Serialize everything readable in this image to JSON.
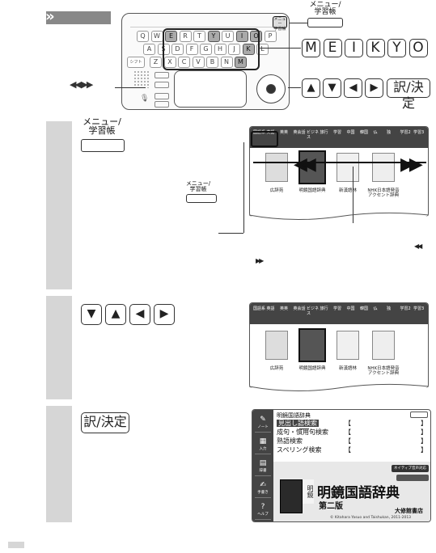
{
  "top": {
    "menu_label_line1": "メニュー/",
    "menu_label_line2": "学習帳",
    "meikyo_keys": [
      "M",
      "E",
      "I",
      "K",
      "Y",
      "O"
    ],
    "yaku_label": "訳/決定",
    "left_arrows": "◀◀  ▶▶"
  },
  "keyboard": {
    "row1": [
      "Q",
      "W",
      "E",
      "R",
      "T",
      "Y",
      "U",
      "I",
      "O",
      "P"
    ],
    "row2": [
      "A",
      "S",
      "D",
      "F",
      "G",
      "H",
      "J",
      "K",
      "L"
    ],
    "row3": [
      "Z",
      "X",
      "C",
      "V",
      "B",
      "N",
      "M"
    ],
    "highlighted": [
      "E",
      "Y",
      "O",
      "I",
      "K",
      "M"
    ],
    "shift_label": "シフト",
    "menu_key_line1": "メニュー",
    "menu_key_line2": "学習帳"
  },
  "step1": {
    "menu_label_line1": "メニュー/",
    "menu_label_line2": "学習帳",
    "small_menu_line1": "メニュー/",
    "small_menu_line2": "学習帳"
  },
  "step2": {
    "keys": [
      "▼",
      "▲",
      "◀",
      "▶"
    ]
  },
  "step3": {
    "yaku_label": "訳/決定"
  },
  "screen1": {
    "tabs": [
      "国語系",
      "英語",
      "英英",
      "英会話",
      "ビジネス",
      "旅行",
      "学習",
      "中国",
      "韓国",
      "仏",
      "独",
      "学習2",
      "学習3"
    ],
    "books": [
      "広辞苑",
      "明鏡国語辞典",
      "新漢語林",
      "NHK日本語発音アクセント辞典"
    ]
  },
  "screen3": {
    "header": "明鏡国語辞典",
    "search_items": [
      "見出し語検索",
      "成句・慣用句検索",
      "熟語検索",
      "スペリング検索"
    ],
    "title": "明鏡国語辞典",
    "edition": "第二版",
    "publisher": "大修館書店",
    "copyright": "© Kitahara Yasuo and Taishukan, 2011-2013",
    "native_label": "ネイティブ音声対応",
    "side_labels": [
      "ノート",
      "入力",
      "辞書",
      "手書き",
      "ヘルプ"
    ]
  }
}
